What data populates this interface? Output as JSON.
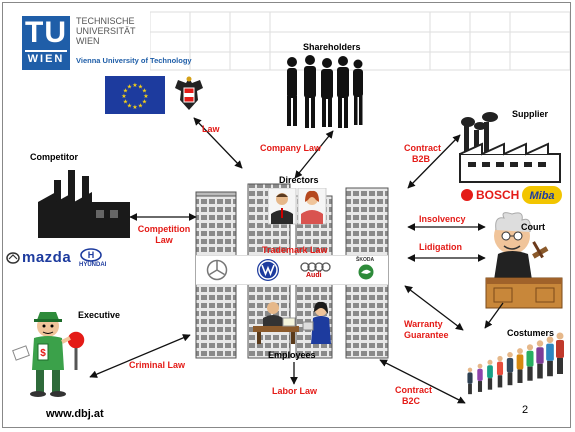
{
  "logo": {
    "mark_top": "TU",
    "mark_bottom": "WIEN",
    "name_lines": [
      "TECHNISCHE",
      "UNIVERSITÄT",
      "WIEN"
    ],
    "subtitle": "Vienna University of Technology"
  },
  "nodes": {
    "shareholders": "Shareholders",
    "supplier": "Supplier",
    "competitor": "Competitor",
    "directors": "Directors",
    "court": "Court",
    "executive": "Executive",
    "costumers": "Costumers",
    "employees": "Employees"
  },
  "relations": {
    "law": "Law",
    "company_law": "Company Law",
    "contract_b2b": [
      "Contract",
      "B2B"
    ],
    "competition_law": [
      "Competition",
      "Law"
    ],
    "trademark_law": "Trademark Law",
    "insolvency": "Insolvency",
    "lidigation": "Lidigation",
    "warranty_guarantee": [
      "Warranty",
      "Guarantee"
    ],
    "criminal_law": "Criminal Law",
    "labor_law": "Labor Law",
    "contract_b2c": [
      "Contract",
      "B2C"
    ]
  },
  "brands": {
    "bosch": "BOSCH",
    "miba": "Miba",
    "mazda": "mazda",
    "hyundai": "HYUNDAI",
    "audi": "Audi",
    "skoda": "ŠKODA"
  },
  "footer": {
    "website": "www.dbj.at",
    "page_number": "2"
  },
  "colors": {
    "relation_label": "#e41b17",
    "logo_blue": "#1f5ea8",
    "eu_blue": "#1d3b9e",
    "eu_star": "#f7d117"
  }
}
